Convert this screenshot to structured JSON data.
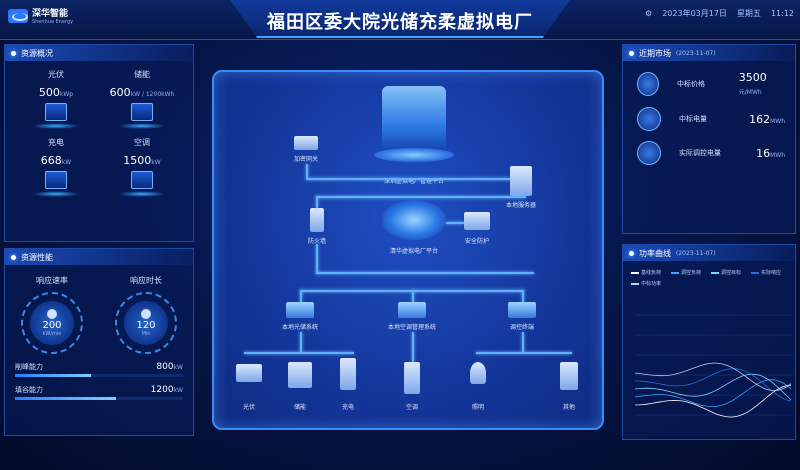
{
  "header": {
    "title": "福田区委大院光储充柔虚拟电厂",
    "logo_text": "深华智能",
    "logo_sub": "Shenhua Energy",
    "datetime": "2023年03月17日",
    "weekday": "星期五",
    "time": "11:12"
  },
  "resource_overview": {
    "title": "资源概况",
    "items": [
      {
        "label": "光伏",
        "value": "500",
        "unit": "kWp",
        "icon": "solar-panel-icon"
      },
      {
        "label": "储能",
        "value": "600",
        "unit": "kW / 1200kWh",
        "icon": "battery-icon"
      },
      {
        "label": "充电",
        "value": "668",
        "unit": "kW",
        "icon": "charger-icon"
      },
      {
        "label": "空调",
        "value": "1500",
        "unit": "kW",
        "icon": "ac-unit-icon"
      }
    ]
  },
  "resource_performance": {
    "title": "资源性能",
    "gauges": [
      {
        "label": "响应速率",
        "value": "200",
        "unit": "kW/min"
      },
      {
        "label": "响应时长",
        "value": "120",
        "unit": "Min"
      }
    ],
    "capacities": [
      {
        "label": "削峰能力",
        "value": "800",
        "unit": "kW",
        "fill": 0.45
      },
      {
        "label": "填谷能力",
        "value": "1200",
        "unit": "kW",
        "fill": 0.6
      }
    ]
  },
  "center": {
    "nodes": {
      "platform_top": "深圳虚拟电厂管理平台",
      "gateway": "加密网关",
      "local_server": "本地服务器",
      "firewall": "防火墙",
      "vpp_platform": "清华虚拟电厂平台",
      "security": "安全防护",
      "pv_storage_sys": "本地光储系统",
      "ac_mgmt_sys": "本地空调管理系统",
      "charge_terminal": "调控终端",
      "dev_pv": "光伏",
      "dev_storage": "储能",
      "dev_charge": "充电",
      "dev_ac": "空调",
      "dev_light": "照明",
      "dev_other": "其他"
    }
  },
  "market": {
    "title": "近期市场",
    "date": "(2023-11-07)",
    "items": [
      {
        "label": "中标价格",
        "value": "3500",
        "unit": "元/MWh"
      },
      {
        "label": "中标电量",
        "value": "162",
        "unit": "MWh"
      },
      {
        "label": "实际调控电量",
        "value": "16",
        "unit": "MWh"
      }
    ]
  },
  "power_curve": {
    "title": "功率曲线",
    "date": "(2023-11-07)",
    "legend": [
      "基线负荷",
      "调控负荷",
      "调控目标",
      "实际响应",
      "中标功率"
    ],
    "colors": [
      "#ffffff",
      "#3fa0ff",
      "#7fd0ff",
      "#2b6bd8",
      "#b9cff5"
    ]
  }
}
